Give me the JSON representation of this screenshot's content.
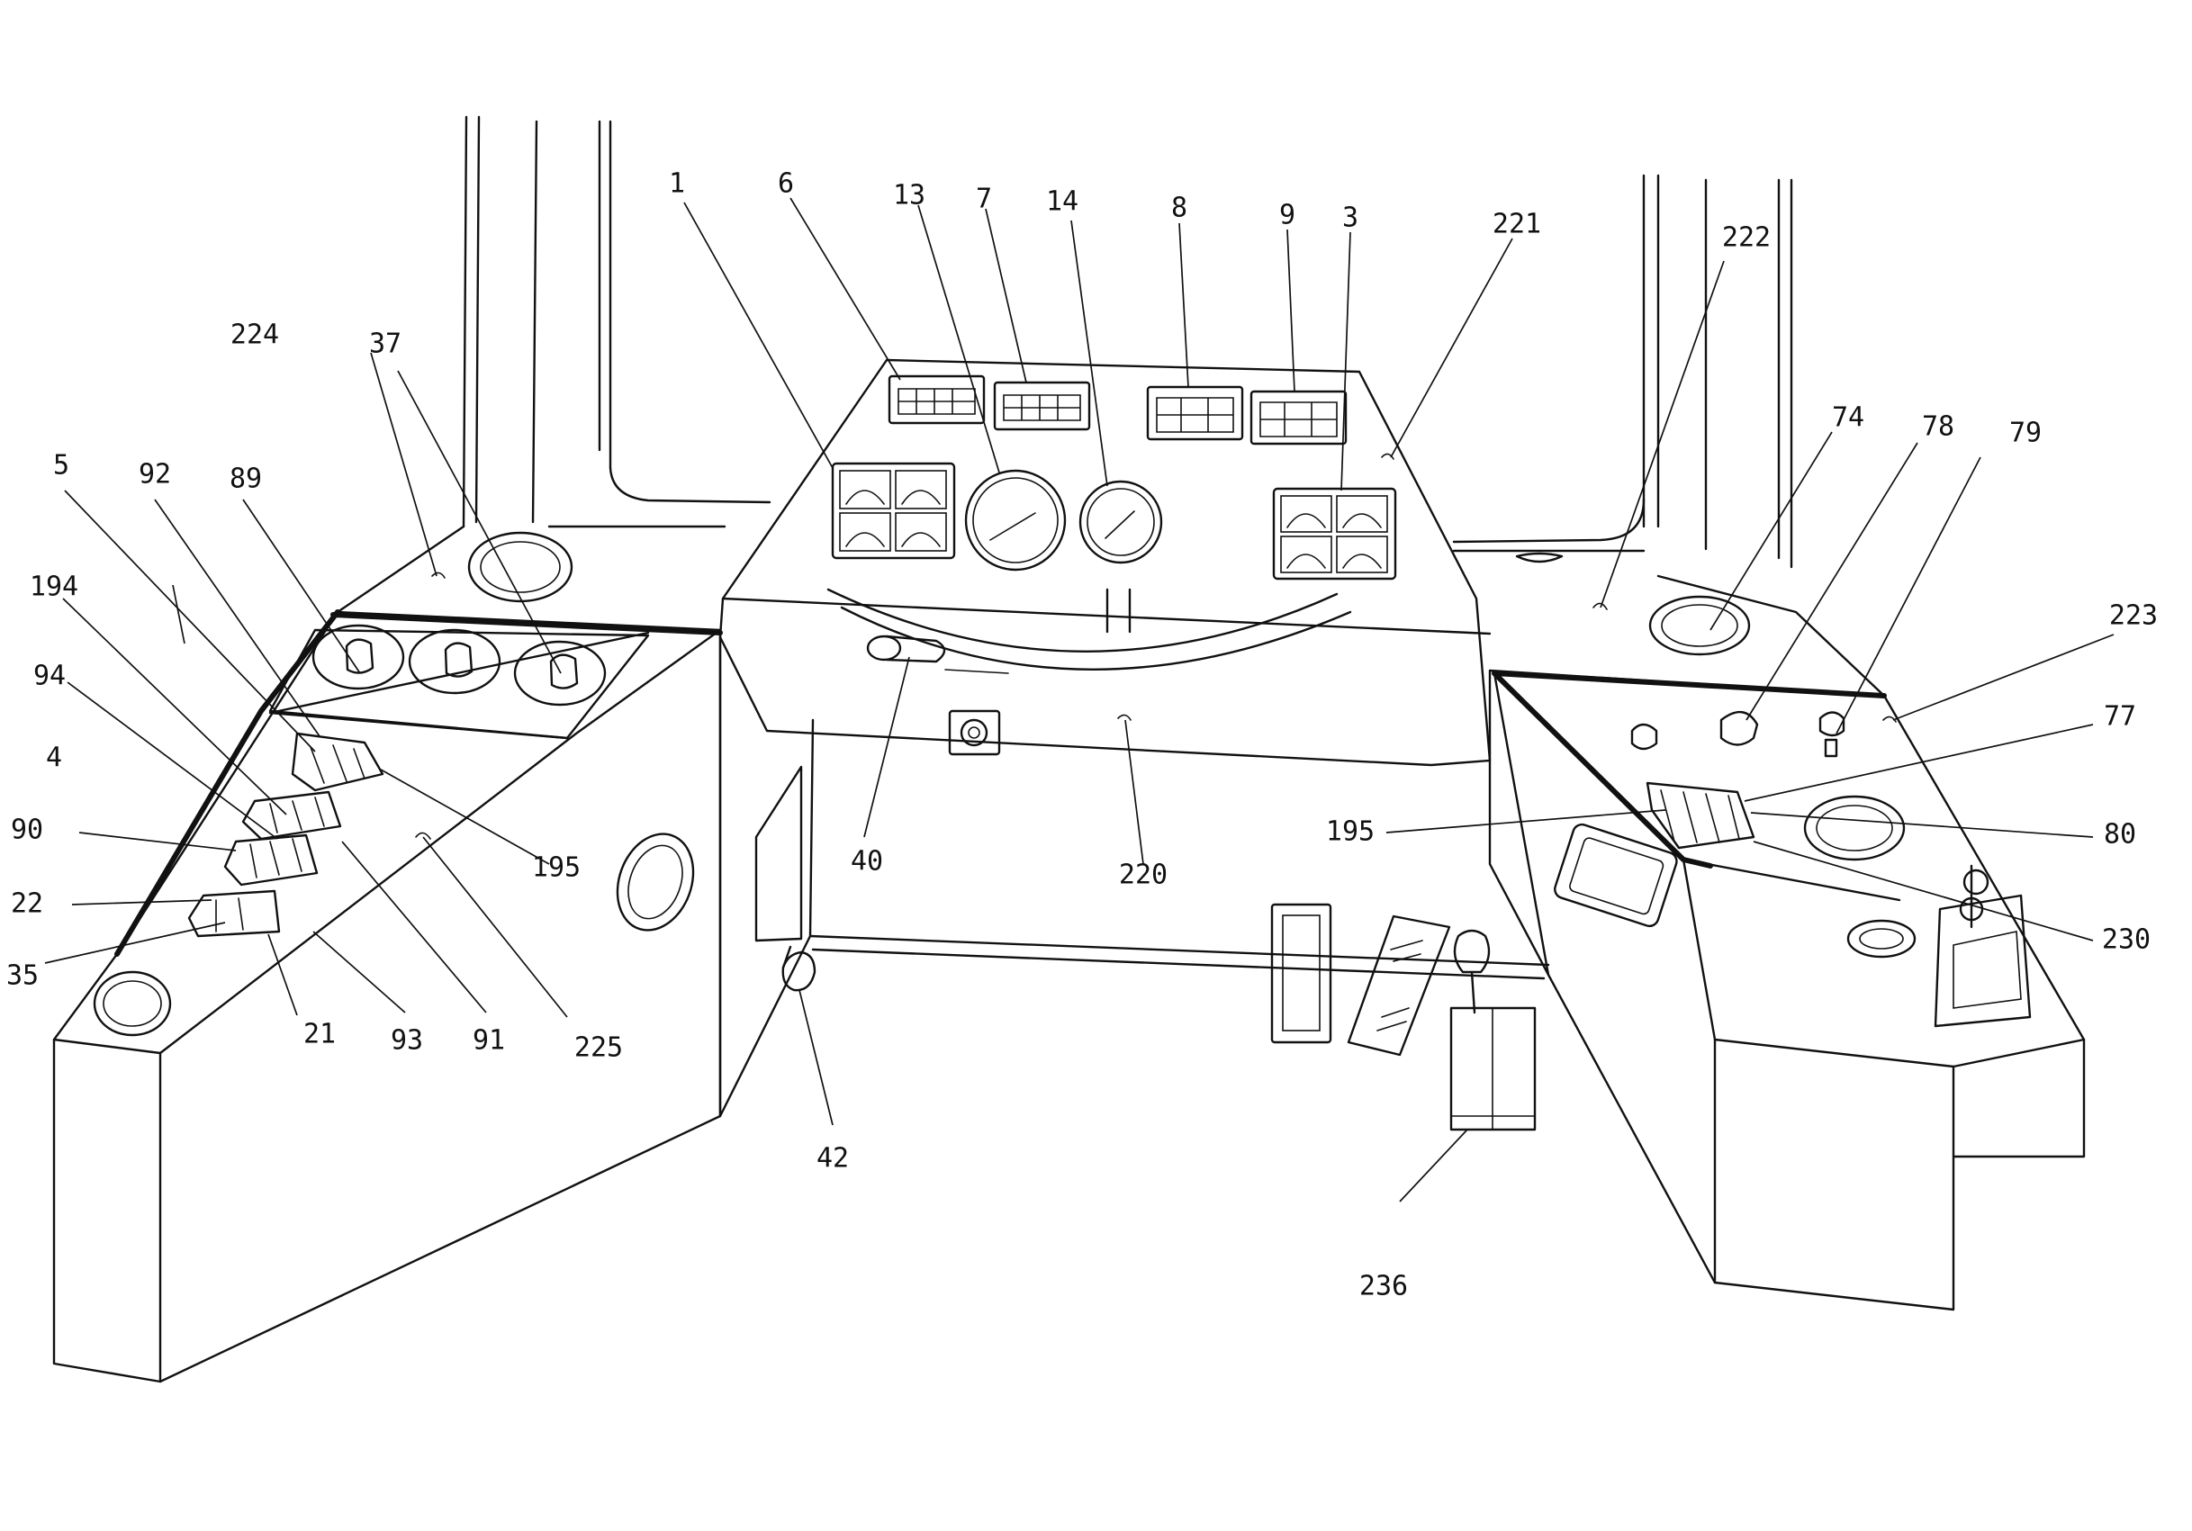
{
  "figure": {
    "reference_numerals": {
      "r1": "1",
      "r6": "6",
      "r13": "13",
      "r7": "7",
      "r14": "14",
      "r8": "8",
      "r9": "9",
      "r3": "3",
      "r221": "221",
      "r222": "222",
      "r224": "224",
      "r37": "37",
      "r5": "5",
      "r92": "92",
      "r89": "89",
      "r194": "194",
      "r94": "94",
      "r4": "4",
      "r90": "90",
      "r22": "22",
      "r35": "35",
      "r21": "21",
      "r93": "93",
      "r91": "91",
      "r225": "225",
      "r195L": "195",
      "r40": "40",
      "r220": "220",
      "r42": "42",
      "r74": "74",
      "r78": "78",
      "r79": "79",
      "r223": "223",
      "r77": "77",
      "r195R": "195",
      "r80": "80",
      "r230": "230",
      "r236": "236"
    }
  }
}
